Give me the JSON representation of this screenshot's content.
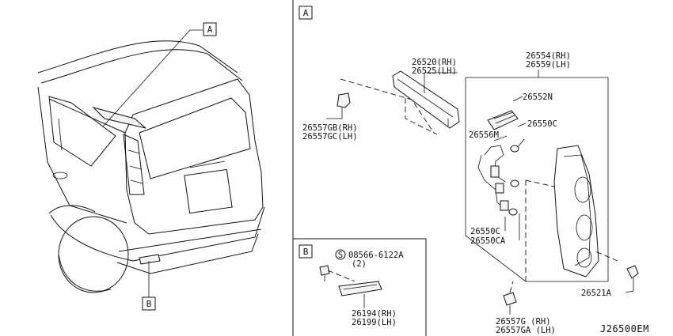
{
  "callouts": {
    "a_car": "A",
    "b_car": "B",
    "a_panel": "A",
    "b_panel": "B"
  },
  "parts": {
    "p26520": "26520(RH)",
    "p26525": "26525(LH)",
    "p26554": "26554(RH)",
    "p26559": "26559(LH)",
    "p26552n": "26552N",
    "p26550c_top": "26550C",
    "p26556m": "26556M",
    "p26557gb": "26557GB(RH)",
    "p26557gc": "26557GC(LH)",
    "p26550c_bot": "26550C",
    "p26550ca": "26550CA",
    "p26521a": "26521A",
    "p26557g": "26557G (RH)",
    "p26557ga": "26557GA (LH)",
    "p08566": "08566-6122A",
    "p08566_qty": "(2)",
    "s_symbol": "S",
    "p26194": "26194(RH)",
    "p26199": "26199(LH)"
  },
  "diagram_code": "J26500EM"
}
